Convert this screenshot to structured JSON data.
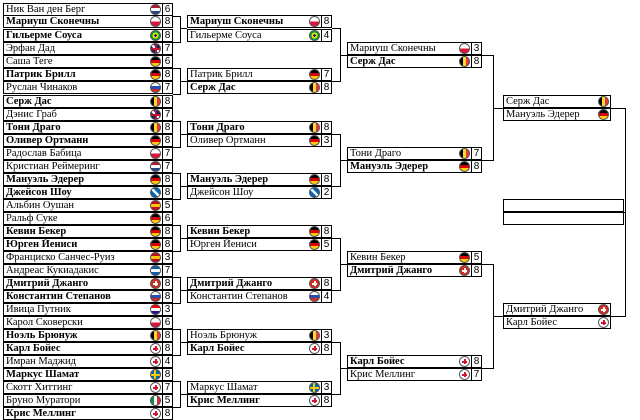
{
  "countries": {
    "NED": {
      "flag": "netherlands-flag-icon",
      "colors": [
        "#ae1c28",
        "#ffffff",
        "#21468b"
      ],
      "dir": "h"
    },
    "RUS": {
      "flag": "russia-flag-icon",
      "colors": [
        "#ffffff",
        "#1f4fbf",
        "#d52b1e"
      ],
      "dir": "h"
    },
    "POL": {
      "flag": "poland-flag-icon",
      "colors": [
        "#ffffff",
        "#dc143c"
      ],
      "dir": "h"
    },
    "BRA": {
      "flag": "brazil-flag-icon",
      "colors": [
        "#009c3b",
        "#ffdf00",
        "#002776"
      ],
      "dir": "brazil"
    },
    "GBR": {
      "flag": "uk-flag-icon",
      "colors": [
        "#012169",
        "#ffffff",
        "#c8102e"
      ],
      "dir": "uk"
    },
    "GER": {
      "flag": "germany-flag-icon",
      "colors": [
        "#000000",
        "#dd0000",
        "#ffce00"
      ],
      "dir": "h"
    },
    "BEL": {
      "flag": "belgium-flag-icon",
      "colors": [
        "#000000",
        "#fdda24",
        "#ef3340"
      ],
      "dir": "v"
    },
    "SCO": {
      "flag": "scotland-flag-icon",
      "colors": [
        "#0065bd",
        "#ffffff"
      ],
      "dir": "saltire"
    },
    "ESP": {
      "flag": "spain-flag-icon",
      "colors": [
        "#c60b1e",
        "#ffc400",
        "#c60b1e"
      ],
      "dir": "h"
    },
    "SUI": {
      "flag": "switzerland-flag-icon",
      "colors": [
        "#d52b1e",
        "#ffffff"
      ],
      "dir": "swiss"
    },
    "GRE": {
      "flag": "greece-flag-icon",
      "colors": [
        "#0d5eaf",
        "#ffffff",
        "#0d5eaf"
      ],
      "dir": "h"
    },
    "CRO": {
      "flag": "croatia-flag-icon",
      "colors": [
        "#ff0000",
        "#ffffff",
        "#171796"
      ],
      "dir": "h"
    },
    "ENG": {
      "flag": "england-flag-icon",
      "colors": [
        "#ffffff",
        "#cf142b"
      ],
      "dir": "swiss"
    },
    "SWE": {
      "flag": "sweden-flag-icon",
      "colors": [
        "#006aa7",
        "#fecc00"
      ],
      "dir": "nordic"
    },
    "ITA": {
      "flag": "italy-flag-icon",
      "colors": [
        "#009246",
        "#ffffff",
        "#ce2b37"
      ],
      "dir": "v"
    }
  },
  "rounds": [
    {
      "name": "round-1",
      "matches": [
        {
          "p1": {
            "name": "Ник Ван ден Берг",
            "country": "NED",
            "score": "6",
            "winner": false
          },
          "p2": {
            "name": "Мариуш Сконечны",
            "country": "POL",
            "score": "8",
            "winner": true
          }
        },
        {
          "p1": {
            "name": "Гильерме Соуса",
            "country": "BRA",
            "score": "8",
            "winner": true
          },
          "p2": {
            "name": "Эрфан Дад",
            "country": "GBR",
            "score": "7",
            "winner": false
          }
        },
        {
          "p1": {
            "name": "Саша Теге",
            "country": "GER",
            "score": "6",
            "winner": false
          },
          "p2": {
            "name": "Патрик Брилл",
            "country": "GER",
            "score": "8",
            "winner": true
          }
        },
        {
          "p1": {
            "name": "Руслан Чинаков",
            "country": "RUS",
            "score": "7",
            "winner": false
          },
          "p2": {
            "name": "Серж Дас",
            "country": "BEL",
            "score": "8",
            "winner": true
          }
        },
        {
          "p1": {
            "name": "Дэнис Граб",
            "country": "GBR",
            "score": "7",
            "winner": false
          },
          "p2": {
            "name": "Тони Драго",
            "country": "BEL",
            "score": "8",
            "winner": true
          }
        },
        {
          "p1": {
            "name": "Оливер Ортманн",
            "country": "GER",
            "score": "8",
            "winner": true
          },
          "p2": {
            "name": "Радослав Бабица",
            "country": "POL",
            "score": "7",
            "winner": false
          }
        },
        {
          "p1": {
            "name": "Кристиан Реймеринг",
            "country": "NED",
            "score": "7",
            "winner": false
          },
          "p2": {
            "name": "Мануэль Эдерер",
            "country": "GER",
            "score": "8",
            "winner": true
          }
        },
        {
          "p1": {
            "name": "Джейсон Шоу",
            "country": "SCO",
            "score": "8",
            "winner": true
          },
          "p2": {
            "name": "Альбин Оушан",
            "country": "ESP",
            "score": "5",
            "winner": false
          }
        },
        {
          "p1": {
            "name": "Ральф Суке",
            "country": "GER",
            "score": "6",
            "winner": false
          },
          "p2": {
            "name": "Кевин Бекер",
            "country": "GER",
            "score": "8",
            "winner": true
          }
        },
        {
          "p1": {
            "name": "Юрген Йениси",
            "country": "GER",
            "score": "8",
            "winner": true
          },
          "p2": {
            "name": "Франциско Санчес-Руиз",
            "country": "ESP",
            "score": "3",
            "winner": false
          }
        },
        {
          "p1": {
            "name": "Андреас Кукиадакис",
            "country": "GRE",
            "score": "7",
            "winner": false
          },
          "p2": {
            "name": "Дмитрий Джанго",
            "country": "SUI",
            "score": "8",
            "winner": true
          }
        },
        {
          "p1": {
            "name": "Константин Степанов",
            "country": "RUS",
            "score": "8",
            "winner": true
          },
          "p2": {
            "name": "Ивица Путник",
            "country": "CRO",
            "score": "3",
            "winner": false
          }
        },
        {
          "p1": {
            "name": "Карол Сковерски",
            "country": "POL",
            "score": "6",
            "winner": false
          },
          "p2": {
            "name": "Ноэль Брюнуж",
            "country": "BEL",
            "score": "8",
            "winner": true
          }
        },
        {
          "p1": {
            "name": "Карл Бойес",
            "country": "ENG",
            "score": "8",
            "winner": true
          },
          "p2": {
            "name": "Имран Маджид",
            "country": "ENG",
            "score": "4",
            "winner": false
          }
        },
        {
          "p1": {
            "name": "Маркус Шамат",
            "country": "SWE",
            "score": "8",
            "winner": true
          },
          "p2": {
            "name": "Скотт Хиттинг",
            "country": "ENG",
            "score": "7",
            "winner": false
          }
        },
        {
          "p1": {
            "name": "Бруно Муратори",
            "country": "ITA",
            "score": "5",
            "winner": false
          },
          "p2": {
            "name": "Крис Меллинг",
            "country": "ENG",
            "score": "8",
            "winner": true
          }
        }
      ]
    },
    {
      "name": "round-2",
      "matches": [
        {
          "p1": {
            "name": "Мариуш Сконечны",
            "country": "POL",
            "score": "8",
            "winner": true
          },
          "p2": {
            "name": "Гильерме Соуса",
            "country": "BRA",
            "score": "4",
            "winner": false
          }
        },
        {
          "p1": {
            "name": "Патрик Брилл",
            "country": "GER",
            "score": "7",
            "winner": false
          },
          "p2": {
            "name": "Серж Дас",
            "country": "BEL",
            "score": "8",
            "winner": true
          }
        },
        {
          "p1": {
            "name": "Тони Драго",
            "country": "BEL",
            "score": "8",
            "winner": true
          },
          "p2": {
            "name": "Оливер Ортманн",
            "country": "GER",
            "score": "3",
            "winner": false
          }
        },
        {
          "p1": {
            "name": "Мануэль Эдерер",
            "country": "GER",
            "score": "8",
            "winner": true
          },
          "p2": {
            "name": "Джейсон Шоу",
            "country": "SCO",
            "score": "2",
            "winner": false
          }
        },
        {
          "p1": {
            "name": "Кевин Бекер",
            "country": "GER",
            "score": "8",
            "winner": true
          },
          "p2": {
            "name": "Юрген Йениси",
            "country": "GER",
            "score": "5",
            "winner": false
          }
        },
        {
          "p1": {
            "name": "Дмитрий Джанго",
            "country": "SUI",
            "score": "8",
            "winner": true
          },
          "p2": {
            "name": "Константин Степанов",
            "country": "RUS",
            "score": "4",
            "winner": false
          }
        },
        {
          "p1": {
            "name": "Ноэль Брюнуж",
            "country": "BEL",
            "score": "3",
            "winner": false
          },
          "p2": {
            "name": "Карл Бойес",
            "country": "ENG",
            "score": "8",
            "winner": true
          }
        },
        {
          "p1": {
            "name": "Маркус Шамат",
            "country": "SWE",
            "score": "3",
            "winner": false
          },
          "p2": {
            "name": "Крис Меллинг",
            "country": "ENG",
            "score": "8",
            "winner": true
          }
        }
      ]
    },
    {
      "name": "round-3",
      "matches": [
        {
          "p1": {
            "name": "Мариуш Сконечны",
            "country": "POL",
            "score": "3",
            "winner": false
          },
          "p2": {
            "name": "Серж Дас",
            "country": "BEL",
            "score": "8",
            "winner": true
          }
        },
        {
          "p1": {
            "name": "Тони Драго",
            "country": "BEL",
            "score": "7",
            "winner": false
          },
          "p2": {
            "name": "Мануэль Эдерер",
            "country": "GER",
            "score": "8",
            "winner": true
          }
        },
        {
          "p1": {
            "name": "Кевин Бекер",
            "country": "GER",
            "score": "5",
            "winner": false
          },
          "p2": {
            "name": "Дмитрий Джанго",
            "country": "SUI",
            "score": "8",
            "winner": true
          }
        },
        {
          "p1": {
            "name": "Карл Бойес",
            "country": "ENG",
            "score": "8",
            "winner": true
          },
          "p2": {
            "name": "Крис Меллинг",
            "country": "ENG",
            "score": "7",
            "winner": false
          }
        }
      ]
    },
    {
      "name": "round-4",
      "matches": [
        {
          "p1": {
            "name": "Серж Дас",
            "country": "BEL",
            "score": "",
            "winner": false
          },
          "p2": {
            "name": "Мануэль Эдерер",
            "country": "GER",
            "score": "",
            "winner": false
          }
        },
        {
          "p1": {
            "name": "Дмитрий Джанго",
            "country": "SUI",
            "score": "",
            "winner": false
          },
          "p2": {
            "name": "Карл Бойес",
            "country": "ENG",
            "score": "",
            "winner": false
          }
        }
      ]
    },
    {
      "name": "final",
      "matches": [
        {
          "p1": {
            "name": "",
            "country": "",
            "score": "",
            "winner": false
          },
          "p2": {
            "name": "",
            "country": "",
            "score": "",
            "winner": false
          }
        }
      ]
    }
  ]
}
